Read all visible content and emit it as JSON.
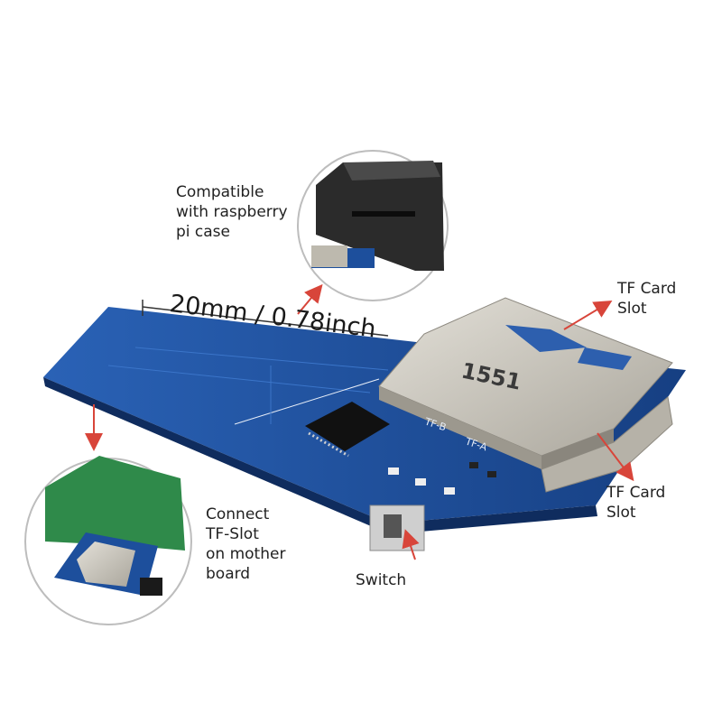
{
  "labels": {
    "compatible": "Compatible\nwith raspberry\npi case",
    "dimension": "20mm / 0.78inch",
    "tf_slot_top": "TF Card\nSlot",
    "tf_slot_bottom": "TF Card\nSlot",
    "connect": "Connect\nTF-Slot\non mother\nboard",
    "switch": "Switch"
  },
  "markings": {
    "chip_code": "1551",
    "board_label_a": "TF-B",
    "board_label_b": "TF-A"
  },
  "colors": {
    "pcb": "#1d4f9c",
    "arrow": "#d8453a",
    "case": "#2b2b2b",
    "metal": "#c9c6bd"
  }
}
